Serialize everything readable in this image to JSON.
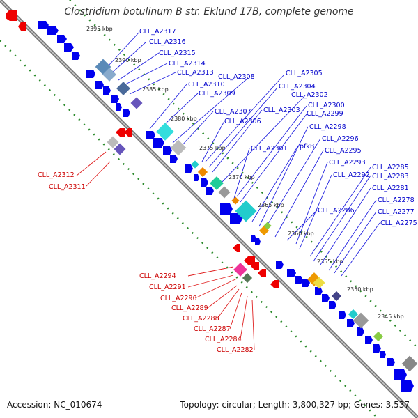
{
  "title": "Clostridium botulinum B str. Eklund 17B, complete genome",
  "footer": {
    "accession": "Accession: NC_010674",
    "summary": "Topology: circular; Length: 3,800,327 bp; Genes: 3,537"
  },
  "colors": {
    "forward": "#0000ee",
    "reverse": "#ee0000",
    "backbone": "#808080",
    "ticks": "#2a8a2a"
  },
  "scale_labels": [
    "2395 kbp",
    "2390 kbp",
    "2385 kbp",
    "2380 kbp",
    "2375 kbp",
    "2370 kbp",
    "2365 kbp",
    "2360 kbp",
    "2355 kbp",
    "2350 kbp",
    "2345 kbp"
  ],
  "forward_labels": [
    "CLL_A2317",
    "CLL_A2316",
    "CLL_A2315",
    "CLL_A2314",
    "CLL_A2313",
    "CLL_A2310",
    "CLL_A2309",
    "CLL_A2308",
    "CLL_A2307",
    "CLL_A2306",
    "CLL_A2305",
    "CLL_A2304",
    "CLL_A2303",
    "CLL_A2302",
    "CLL_A2301",
    "CLL_A2300",
    "CLL_A2299",
    "pfkB",
    "CLL_A2298",
    "CLL_A2296",
    "CLL_A2295",
    "CLL_A2293",
    "CLL_A2292",
    "CLL_A2286",
    "CLL_A2285",
    "CLL_A2283",
    "CLL_A2281",
    "CLL_A2278",
    "CLL_A2277",
    "CLL_A2275"
  ],
  "reverse_labels": [
    "CLL_A2312",
    "CLL_A2311",
    "CLL_A2294",
    "CLL_A2291",
    "CLL_A2290",
    "CLL_A2289",
    "CLL_A2288",
    "CLL_A2287",
    "CLL_A2284",
    "CLL_A2282"
  ]
}
